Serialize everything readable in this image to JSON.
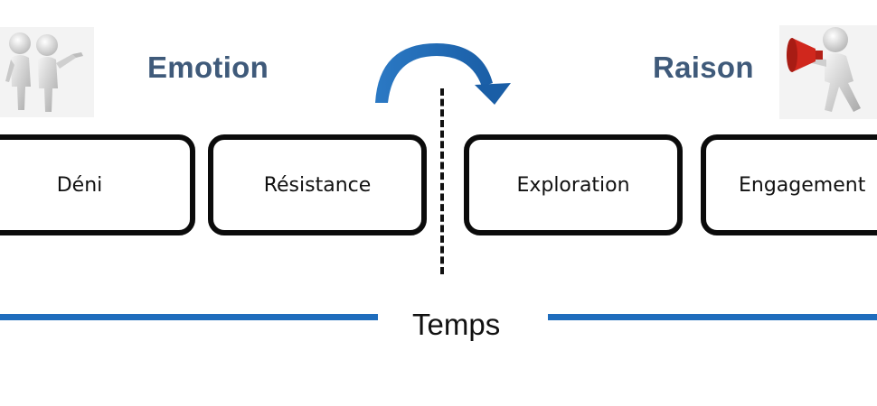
{
  "headings": {
    "left": "Emotion",
    "right": "Raison"
  },
  "stages": [
    {
      "label": "Déni"
    },
    {
      "label": "Résistance"
    },
    {
      "label": "Exploration"
    },
    {
      "label": "Engagement"
    }
  ],
  "timeline": {
    "label": "Temps"
  },
  "colors": {
    "heading": "#3f5a7a",
    "timeline": "#1f6dbd",
    "arrow": "#1f6dbd",
    "stage_border": "#0b0b0b",
    "megaphone": "#d0271d"
  },
  "icons": {
    "left": "two-figures-talking-icon",
    "transition": "curved-arrow-icon",
    "right": "figure-with-megaphone-icon"
  }
}
